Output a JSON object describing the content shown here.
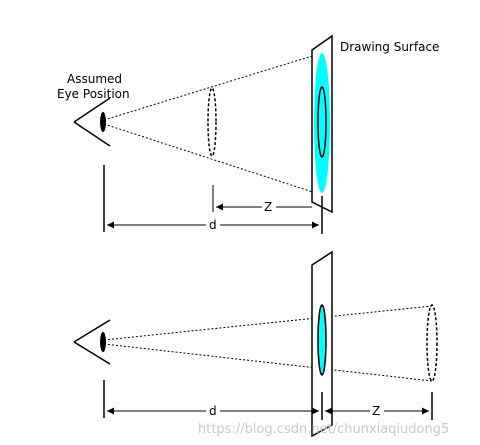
{
  "top": {
    "eye_label_line1": "Assumed",
    "eye_label_line2": "Eye Position",
    "surface_label": "Drawing Surface",
    "z_label": "Z",
    "d_label": "d"
  },
  "bottom": {
    "d_label": "d",
    "z_label": "Z"
  },
  "watermark": "https://blog.csdn.net/chunxiaqiudong5",
  "colors": {
    "surface_fill": "#00ffff",
    "line": "#000000"
  }
}
